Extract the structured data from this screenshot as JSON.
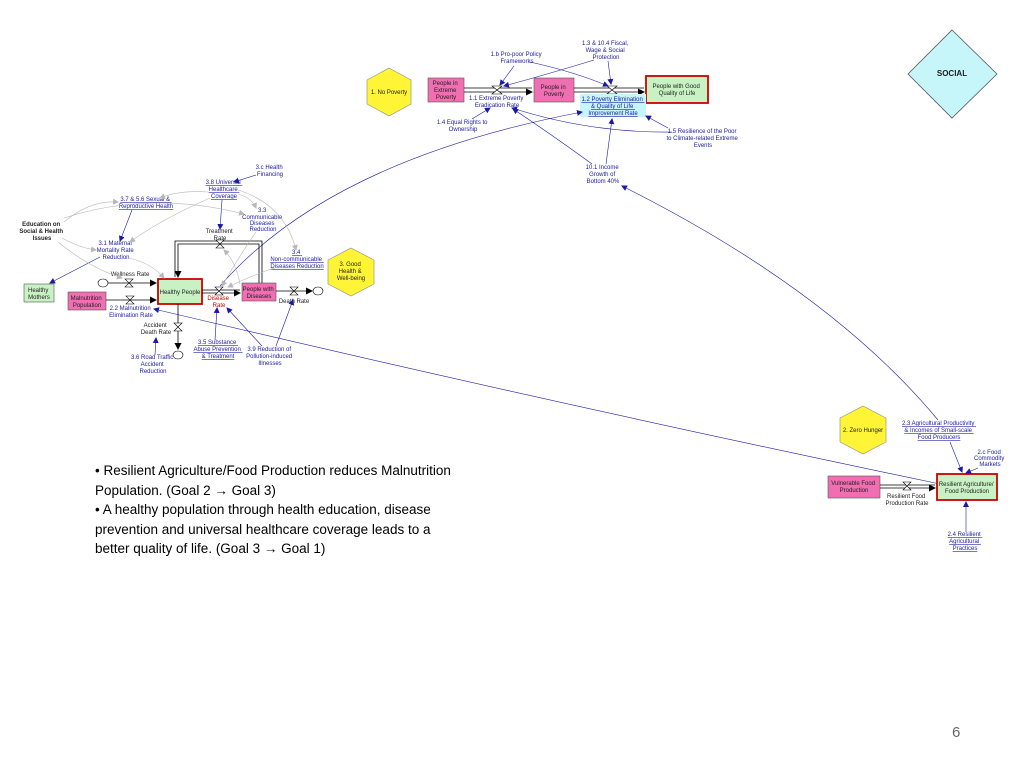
{
  "social_label": "SOCIAL",
  "goal1": {
    "hex": "1. No Poverty",
    "stock_extreme": [
      "People in",
      "Extreme",
      "Poverty"
    ],
    "stock_poverty": [
      "People in",
      "Poverty"
    ],
    "stock_good_quality": [
      "People with Good",
      "Quality of Life"
    ],
    "rate_eradication": [
      "1.1 Extreme Poverty",
      "Eradication Rate"
    ],
    "rate_elimination": [
      "1.2 Poverty Elimination",
      "& Quality of Life",
      "Improvement Rate"
    ],
    "pro_poor": [
      "1.b Pro-poor Policy",
      "Frameworks"
    ],
    "fiscal": [
      "1.3 & 10.4 Fiscal,",
      "Wage & Social",
      "Protection"
    ],
    "equal_rights": [
      "1.4 Equal Rights to",
      "Ownership"
    ],
    "resilience_poor": [
      "1.5 Resilience of the Poor",
      "to Climate-related Extreme",
      "Events"
    ],
    "income_growth": [
      "10.1 Income",
      "Growth of",
      "Bottom 40%"
    ]
  },
  "goal3": {
    "hex": [
      "3. Good",
      "Health &",
      "Well-being"
    ],
    "health_financing": [
      "3.c Health",
      "Financing"
    ],
    "uhc": [
      "3.8 Universal",
      "Healthcare",
      "Coverage"
    ],
    "reproductive": [
      "3.7 & 5.6 Sexual &",
      "Reproductive Health"
    ],
    "communicable": [
      "3.3",
      "Communicable",
      "Diseases",
      "Reduction"
    ],
    "education": [
      "Education on",
      "Social & Health",
      "Issues"
    ],
    "maternal": [
      "3.1 Maternal",
      "Mortality Rate",
      "Reduction"
    ],
    "treatment_rate": [
      "Treatment",
      "Rate"
    ],
    "noncommunicable": [
      "3.4",
      "Non-communicable",
      "Diseases Reduction"
    ],
    "wellness_rate": "Wellness Rate",
    "healthy_mothers": [
      "Healthy",
      "Mothers"
    ],
    "malnutrition_population": [
      "Malnutrition",
      "Population"
    ],
    "healthy_people": "Healthy People",
    "disease_rate": [
      "Disease",
      "Rate"
    ],
    "people_with_diseases": [
      "People with",
      "Diseases"
    ],
    "death_rate": "Death Rate",
    "malnutrition_elimination": [
      "2.2 Malnutrition",
      "Elimination Rate"
    ],
    "accident_death": [
      "Accident",
      "Death Rate"
    ],
    "road_traffic": [
      "3.6 Road Traffic",
      "Accident",
      "Reduction"
    ],
    "substance": [
      "3.5 Substance",
      "Abuse Prevention",
      "& Treatment"
    ],
    "pollution": [
      "3.9 Reduction of",
      "Pollution-induced",
      "Illnesses"
    ]
  },
  "goal2": {
    "hex": "2. Zero Hunger",
    "productivity": [
      "2.3 Agricultural Productivity",
      "& Incomes of Small-scale",
      "Food Producers"
    ],
    "commodity": [
      "2.c Food",
      "Commodity",
      "Markets"
    ],
    "vulnerable": [
      "Vulnerable Food",
      "Production"
    ],
    "resilient_stock": [
      "Resilient Agriculture/",
      "Food Production"
    ],
    "resilient_rate": [
      "Resilient Food",
      "Production Rate"
    ],
    "resilient_practices": [
      "2.4 Resilient",
      "Agricultural",
      "Practices"
    ]
  },
  "bullets": [
    "• Resilient Agriculture/Food Production reduces Malnutrition Population. (Goal 2 → Goal 3)",
    "• A healthy population through health education, disease prevention and universal healthcare coverage leads to a better quality of life. (Goal 3 → Goal 1)"
  ],
  "page_number": "6",
  "colors": {
    "pink": "#f06eb2",
    "green": "#c9f2c4",
    "yellow": "#fff536",
    "cyan": "#c7f6fa",
    "red_border": "#cc0000",
    "link_blue": "#1a1aa6"
  }
}
